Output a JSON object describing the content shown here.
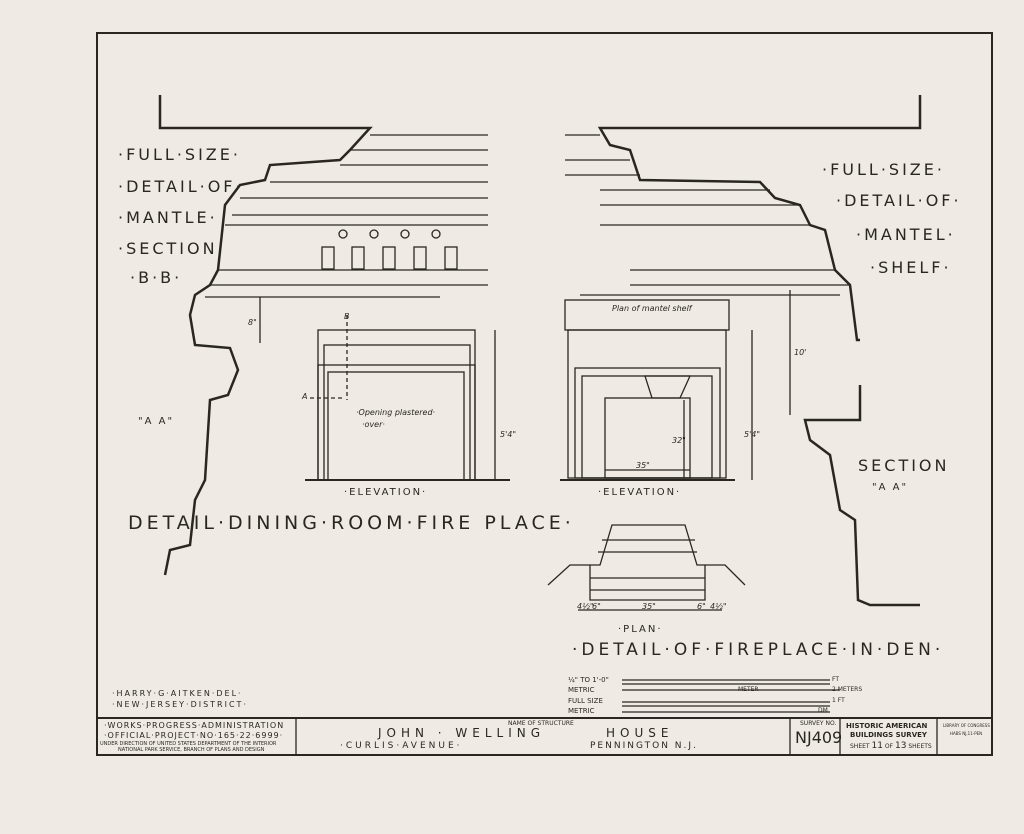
{
  "left_title": {
    "lines": [
      "·FULL·SIZE·",
      "·DETAIL·OF·",
      "·MANTLE·",
      "·SECTION·",
      "·B·B·"
    ]
  },
  "right_title": {
    "lines": [
      "·FULL·SIZE·",
      "·DETAIL·OF·",
      "·MANTEL·",
      "·SHELF·"
    ]
  },
  "section_left_label": "\"A A\"",
  "section_right": {
    "title": "SECTION",
    "label": "\"A A\""
  },
  "dining": {
    "elevation_label": "·ELEVATION·",
    "title": "DETAIL·DINING·ROOM·FIRE PLACE·",
    "note_line1": "·Opening plastered·",
    "note_line2": "·over·",
    "dim_height": "5'4\"",
    "dim_top": "8\"",
    "markers": {
      "a": "A",
      "b": "B"
    }
  },
  "den": {
    "elevation_label": "·ELEVATION·",
    "plan_label": "·PLAN·",
    "title": "·DETAIL·OF·FIREPLACE·IN·DEN·",
    "shelf_note": "Plan of mantel shelf",
    "dim_total": "10'",
    "dim_height": "5'4\"",
    "dim_opening_h": "32\"",
    "dim_opening_w": "35\"",
    "plan_dims": [
      "4½\"",
      "6\"",
      "35\"",
      "6\"",
      "4½\""
    ]
  },
  "scales": {
    "labels": [
      "¼\" TO 1'-0\"",
      "METRIC",
      "FULL SIZE",
      "METRIC"
    ],
    "units": [
      "FT",
      "METER",
      "2 METERS",
      "1 FT",
      "DM"
    ]
  },
  "credits": {
    "delineator": "·HARRY·G·AITKEN·DEL·",
    "district": "·NEW·JERSEY·DISTRICT·"
  },
  "title_block": {
    "wpa": "·WORKS·PROGRESS·ADMINISTRATION",
    "project": "·OFFICIAL·PROJECT·NO·165·22·6999·",
    "under1": "UNDER DIRECTION OF UNITED STATES DEPARTMENT OF THE INTERIOR",
    "under2": "NATIONAL PARK SERVICE, BRANCH OF PLANS AND DESIGN",
    "name_label": "NAME OF STRUCTURE",
    "name_left": "JOHN · WELLING",
    "name_right": "HOUSE",
    "street": "·CURLIS·AVENUE·",
    "city": "PENNINGTON   N.J.",
    "survey_label": "SURVEY NO.",
    "survey_no": "NJ409",
    "habs1": "HISTORIC AMERICAN",
    "habs2": "BUILDINGS SURVEY",
    "sheet_word": "SHEET",
    "sheet_no": "11",
    "of_word": "OF",
    "sheet_total": "13",
    "sheets_word": "SHEETS",
    "loc1": "LIBRARY OF CONGRESS",
    "loc2": "HABS NJ,11-PEN"
  }
}
